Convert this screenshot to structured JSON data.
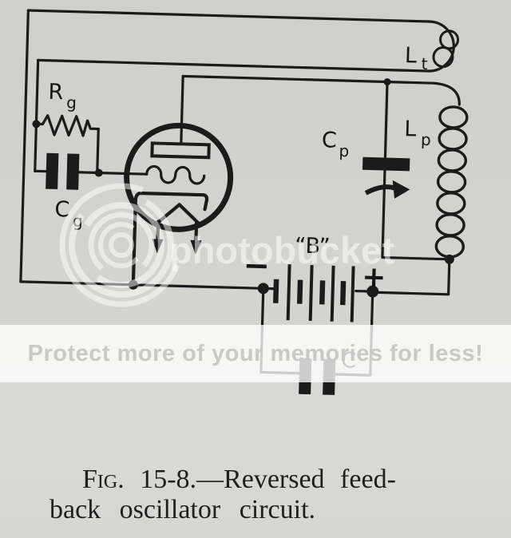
{
  "figure": {
    "caption_fig": "Fig.",
    "caption_line1_rest": "15-8.—Reversed feed-",
    "caption_line2": "back oscillator circuit."
  },
  "circuit": {
    "labels": {
      "grid_resistor": {
        "main": "R",
        "sub": "g"
      },
      "grid_capacitor": {
        "main": "C",
        "sub": "g"
      },
      "tickler_coil": {
        "main": "L",
        "sub": "t"
      },
      "plate_coil": {
        "main": "L",
        "sub": "p"
      },
      "plate_capacitor": {
        "main": "C",
        "sub": "p"
      },
      "battery": "“B”",
      "battery_minus": "−",
      "battery_plus": "+",
      "bypass_capacitor": "C"
    },
    "colors": {
      "ink": "#1b1b1b",
      "paper": "#d3d3d0"
    }
  },
  "watermark": {
    "brand": "photobucket",
    "banner_text": "Protect more of your memories for less!"
  }
}
